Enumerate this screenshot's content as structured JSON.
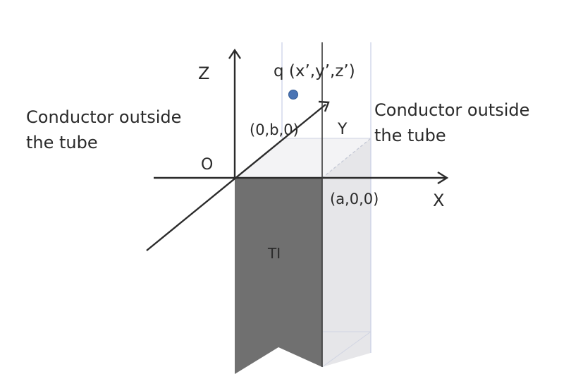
{
  "labels": {
    "z_axis": "Z",
    "x_axis": "X",
    "y_axis": "Y",
    "origin": "O",
    "charge": "q (x’,y’,z’)",
    "point_b": "(0,b,0)",
    "point_a": "(a,0,0)",
    "region_ti": "TI",
    "conductor_left": "Conductor outside\nthe tube",
    "conductor_right": "Conductor outside\nthe tube"
  },
  "colors": {
    "axis": "#2b2b2b",
    "ti_face": "#6f6f6f",
    "right_face": "#e8e8ea",
    "top_face": "#f3f3f5",
    "edge_light": "#c9cfe6",
    "charge_dot": "#4a74b4"
  }
}
